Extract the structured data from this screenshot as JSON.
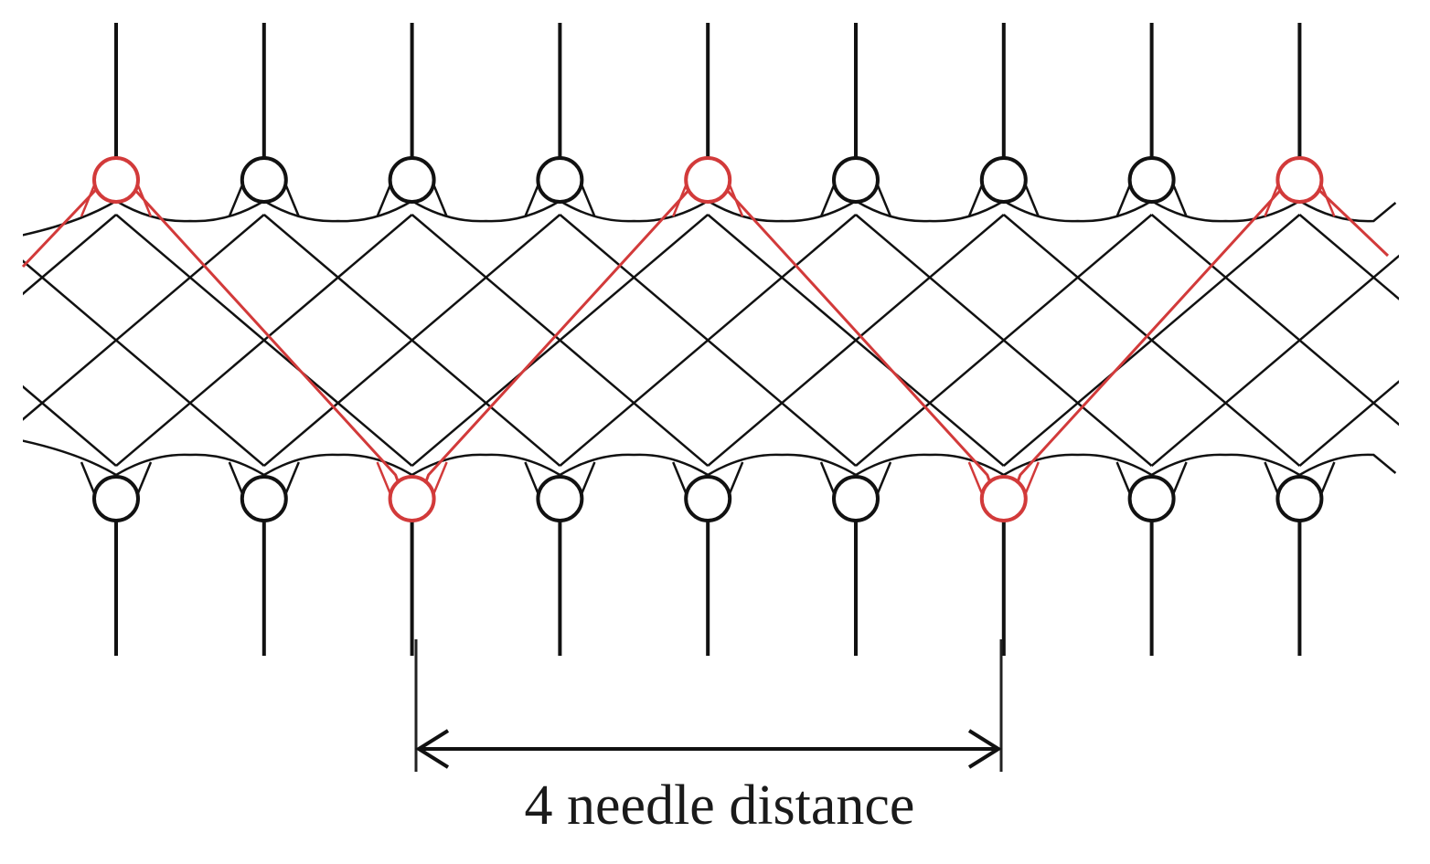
{
  "diagram": {
    "caption": "4 needle distance",
    "colors": {
      "background": "#ffffff",
      "line": "#111111",
      "highlight": "#d23a3a"
    },
    "needle_count_per_bed": 9,
    "beds": [
      "top",
      "bottom"
    ],
    "highlighted_needles": {
      "top": [
        1,
        5,
        9
      ],
      "bottom": [
        3,
        7
      ]
    },
    "measured_span": {
      "from_bottom_needle": 3,
      "to_bottom_needle": 7,
      "needle_distance": 4
    }
  }
}
